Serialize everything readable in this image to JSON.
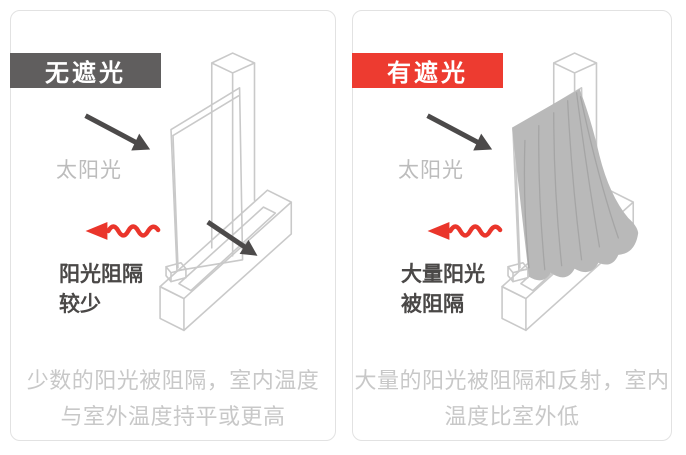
{
  "colors": {
    "badge_no_shade_bg": "#605e5e",
    "badge_shade_bg": "#ed3b30",
    "badge_text": "#ffffff",
    "accent_red": "#ea352b",
    "arrow_dark": "#4c4a4a",
    "line_gray": "#c9c9c9",
    "curtain_gray": "#b9b9b9",
    "curtain_fold": "#a5a5a5",
    "label_dark": "#4a4847",
    "label_light": "#bcbcbc",
    "caption_light": "#c8c8c8",
    "card_border": "#e2e2e2"
  },
  "panels": [
    {
      "badge": "无遮光",
      "sun_label": "太阳光",
      "block_label": {
        "line1": "阳光阻隔",
        "line2": "较少"
      },
      "caption": {
        "line1": "少数的阳光被阻隔，室内温度",
        "line2": "与室外温度持平或更高"
      },
      "icons": [
        "sun-arrow-icon",
        "through-glass-arrow-icon",
        "heat-wave-arrow-icon",
        "window-illustration"
      ]
    },
    {
      "badge": "有遮光",
      "sun_label": "太阳光",
      "block_label": {
        "line1": "大量阳光",
        "line2": "被阻隔"
      },
      "caption": {
        "line1": "大量的阳光被阻隔和反射，室内",
        "line2": "温度比室外低"
      },
      "icons": [
        "sun-arrow-icon",
        "heat-wave-arrow-icon",
        "window-with-curtain-illustration"
      ]
    }
  ]
}
